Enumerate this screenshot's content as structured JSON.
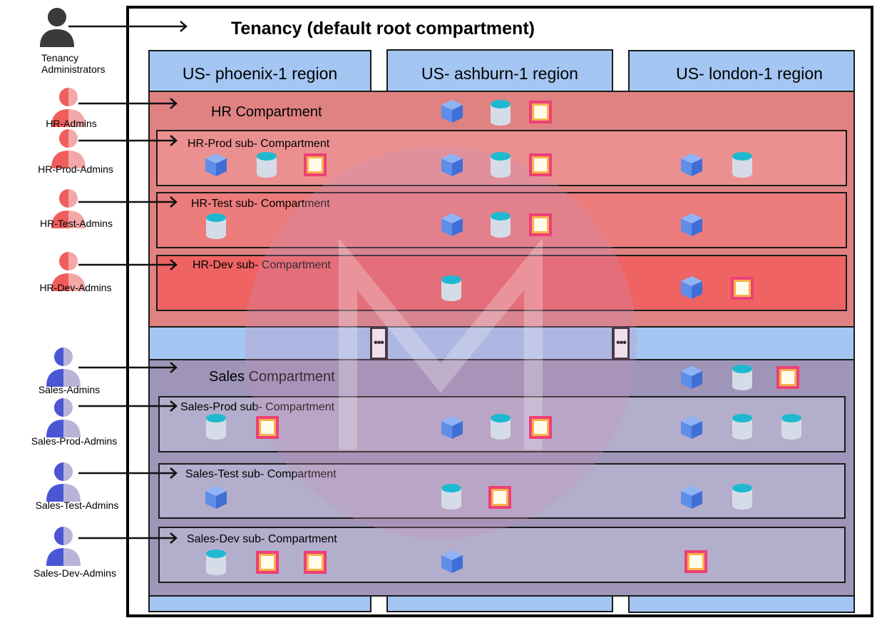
{
  "title": "Tenancy (default root compartment)",
  "regions": [
    "US- phoenix-1 region",
    "US- ashburn-1 region",
    "US- london-1 region"
  ],
  "admins": {
    "tenancy": "Tenancy Administrators",
    "hr": "HR-Admins",
    "hr_prod": "HR-Prod-Admins",
    "hr_test": "HR-Test-Admins",
    "hr_dev": "HR-Dev-Admins",
    "sales": "Sales-Admins",
    "sales_prod": "Sales-Prod-Admins",
    "sales_test": "Sales-Test-Admins",
    "sales_dev": "Sales-Dev-Admins"
  },
  "compartments": {
    "hr": "HR Compartment",
    "hr_prod": "HR-Prod sub- Compartment",
    "hr_test": "HR-Test sub- Compartment",
    "hr_dev": "HR-Dev sub- Compartment",
    "sales": "Sales Compartment",
    "sales_prod": "Sales-Prod sub- Compartment",
    "sales_test": "Sales-Test sub- Compartment",
    "sales_dev": "Sales-Dev sub- Compartment"
  },
  "ellipsis": "•••",
  "colors": {
    "hr_compartment": "#e08282",
    "sales_compartment": "#9e95b9",
    "region_column": "#a4c6f2",
    "hr_admin_icon": "#ef5d5d",
    "sales_admin_icon": "#4a57d4",
    "tenancy_admin_icon": "#3a3a3a"
  },
  "icons": {
    "compute": "cube-icon",
    "storage": "database-cylinder-icon",
    "network": "square-frame-icon",
    "admin": "user-icon"
  }
}
